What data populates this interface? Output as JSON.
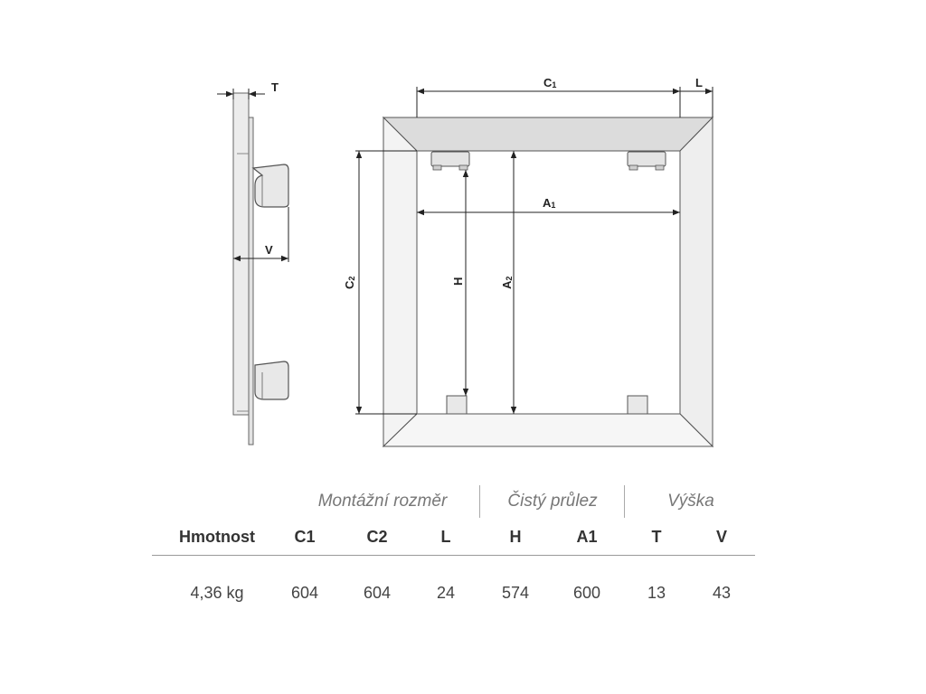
{
  "drawing": {
    "side_view": {
      "label_T": "T",
      "label_V": "V"
    },
    "front_view": {
      "label_C1": "C",
      "label_C1_sub": "1",
      "label_L": "L",
      "label_A1": "A",
      "label_A1_sub": "1",
      "label_C2": "C",
      "label_C2_sub": "2",
      "label_H": "H",
      "label_A2": "A",
      "label_A2_sub": "2"
    }
  },
  "table": {
    "group_headers": [
      "Montážní rozměr",
      "Čistý průlez",
      "Výška"
    ],
    "columns": [
      "Hmotnost",
      "C1",
      "C2",
      "L",
      "H",
      "A1",
      "T",
      "V"
    ],
    "rows": [
      [
        "4,36 kg",
        "604",
        "604",
        "24",
        "574",
        "600",
        "13",
        "43"
      ]
    ]
  }
}
